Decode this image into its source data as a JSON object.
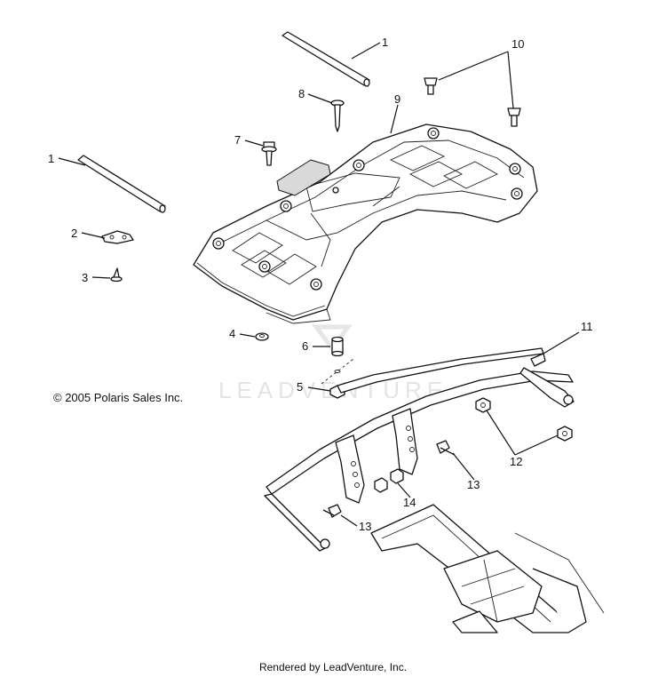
{
  "copyright": "© 2005 Polaris Sales Inc.",
  "watermark": "LEADVENTURE",
  "footer": "Rendered by LeadVenture, Inc.",
  "callouts": [
    "1",
    "1",
    "2",
    "3",
    "4",
    "5",
    "6",
    "7",
    "8",
    "9",
    "10",
    "11",
    "12",
    "13",
    "13",
    "14"
  ]
}
